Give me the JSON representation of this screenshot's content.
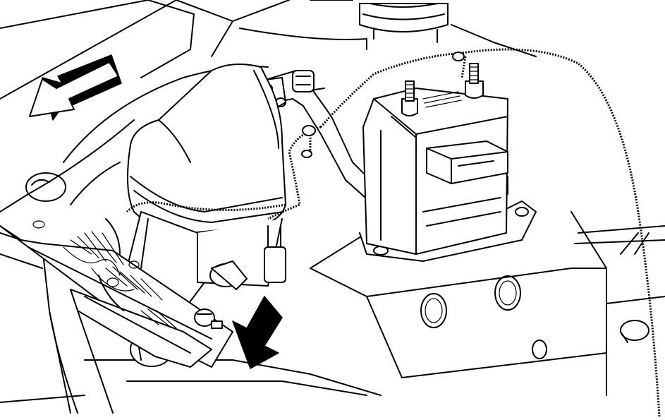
{
  "figure": {
    "components": [
      {
        "name": "relay",
        "icon": "relay-icon"
      },
      {
        "name": "hose",
        "icon": "hose-icon"
      },
      {
        "name": "harness",
        "icon": "wire-harness-icon"
      },
      {
        "name": "nut",
        "icon": "nut-icon"
      },
      {
        "name": "direction-arrow",
        "icon": "direction-arrow-icon"
      },
      {
        "name": "pointer-arrow",
        "icon": "pointer-arrow-icon"
      }
    ],
    "line_color": "#000000",
    "background_color": "#ffffff"
  }
}
